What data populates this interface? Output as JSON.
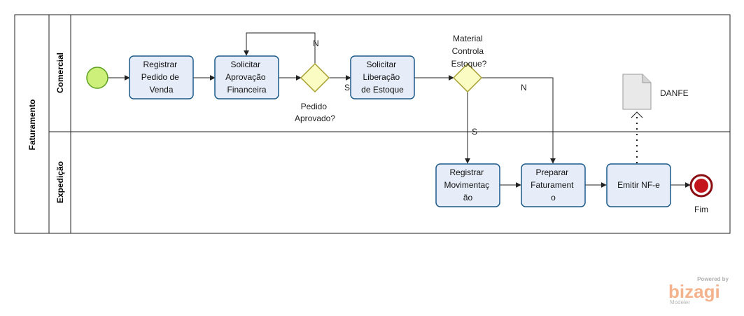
{
  "pool": {
    "label": "Faturamento"
  },
  "lanes": [
    {
      "id": "comercial",
      "label": "Comercial"
    },
    {
      "id": "expedicao",
      "label": "Expedição"
    }
  ],
  "tasks": {
    "registrar_pedido": [
      "Registrar",
      "Pedido de",
      "Venda"
    ],
    "solicitar_aprovacao": [
      "Solicitar",
      "Aprovação",
      "Financeira"
    ],
    "solicitar_liberacao": [
      "Solicitar",
      "Liberação",
      "de Estoque"
    ],
    "registrar_movimentacao": [
      "Registrar",
      "Movimentaç",
      "ão"
    ],
    "preparar_faturamento": [
      "Preparar",
      "Faturament",
      "o"
    ],
    "emitir_nfe": [
      "Emitir NF-e"
    ]
  },
  "gateways": {
    "pedido_aprovado": [
      "Pedido",
      "Aprovado?"
    ],
    "material_controla": [
      "Material",
      "Controla",
      "Estoque?"
    ]
  },
  "flow_labels": {
    "n_loop": "N",
    "s_aprovado": "S",
    "n_estoque": "N",
    "s_estoque": "S"
  },
  "artifact": {
    "label": "DANFE"
  },
  "end_event": {
    "label": "Fim"
  },
  "branding": {
    "powered_by": "Powered by",
    "logo": "bizagi",
    "product": "Modeler"
  },
  "colors": {
    "start_fill": "#ccf07a",
    "start_stroke": "#5c9e1e",
    "end_fill": "#c4151c",
    "end_stroke": "#8a0d12",
    "gateway_fill": "#fbfbc4",
    "gateway_stroke": "#a8a030",
    "task_fill": "#e6edf8",
    "task_stroke": "#1c5a8a",
    "logo": "#f4b38c"
  }
}
